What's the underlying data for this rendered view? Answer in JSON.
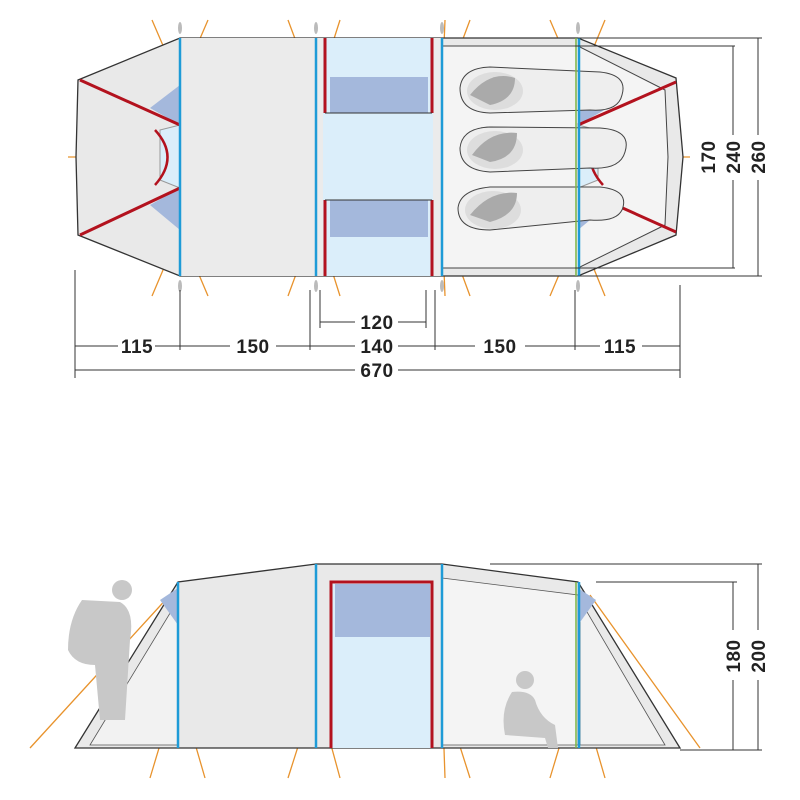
{
  "colors": {
    "pole_blue": "#1e9bd7",
    "pole_red": "#b3121e",
    "guy_orange": "#e8932d",
    "window_blue": "#a4b8dc",
    "mesh_blue": "#dbeefa",
    "inner_green": "#7cb342"
  },
  "top_view": {
    "widths": {
      "left_vestibule": "115",
      "front_section": "150",
      "middle_section": "140",
      "door": "120",
      "bedroom": "150",
      "right_vestibule": "115",
      "total_length": "670"
    },
    "depths": {
      "inner_tent": "170",
      "middle": "240",
      "total_width": "260"
    }
  },
  "side_view": {
    "heights": {
      "vestibule": "180",
      "max": "200"
    }
  }
}
